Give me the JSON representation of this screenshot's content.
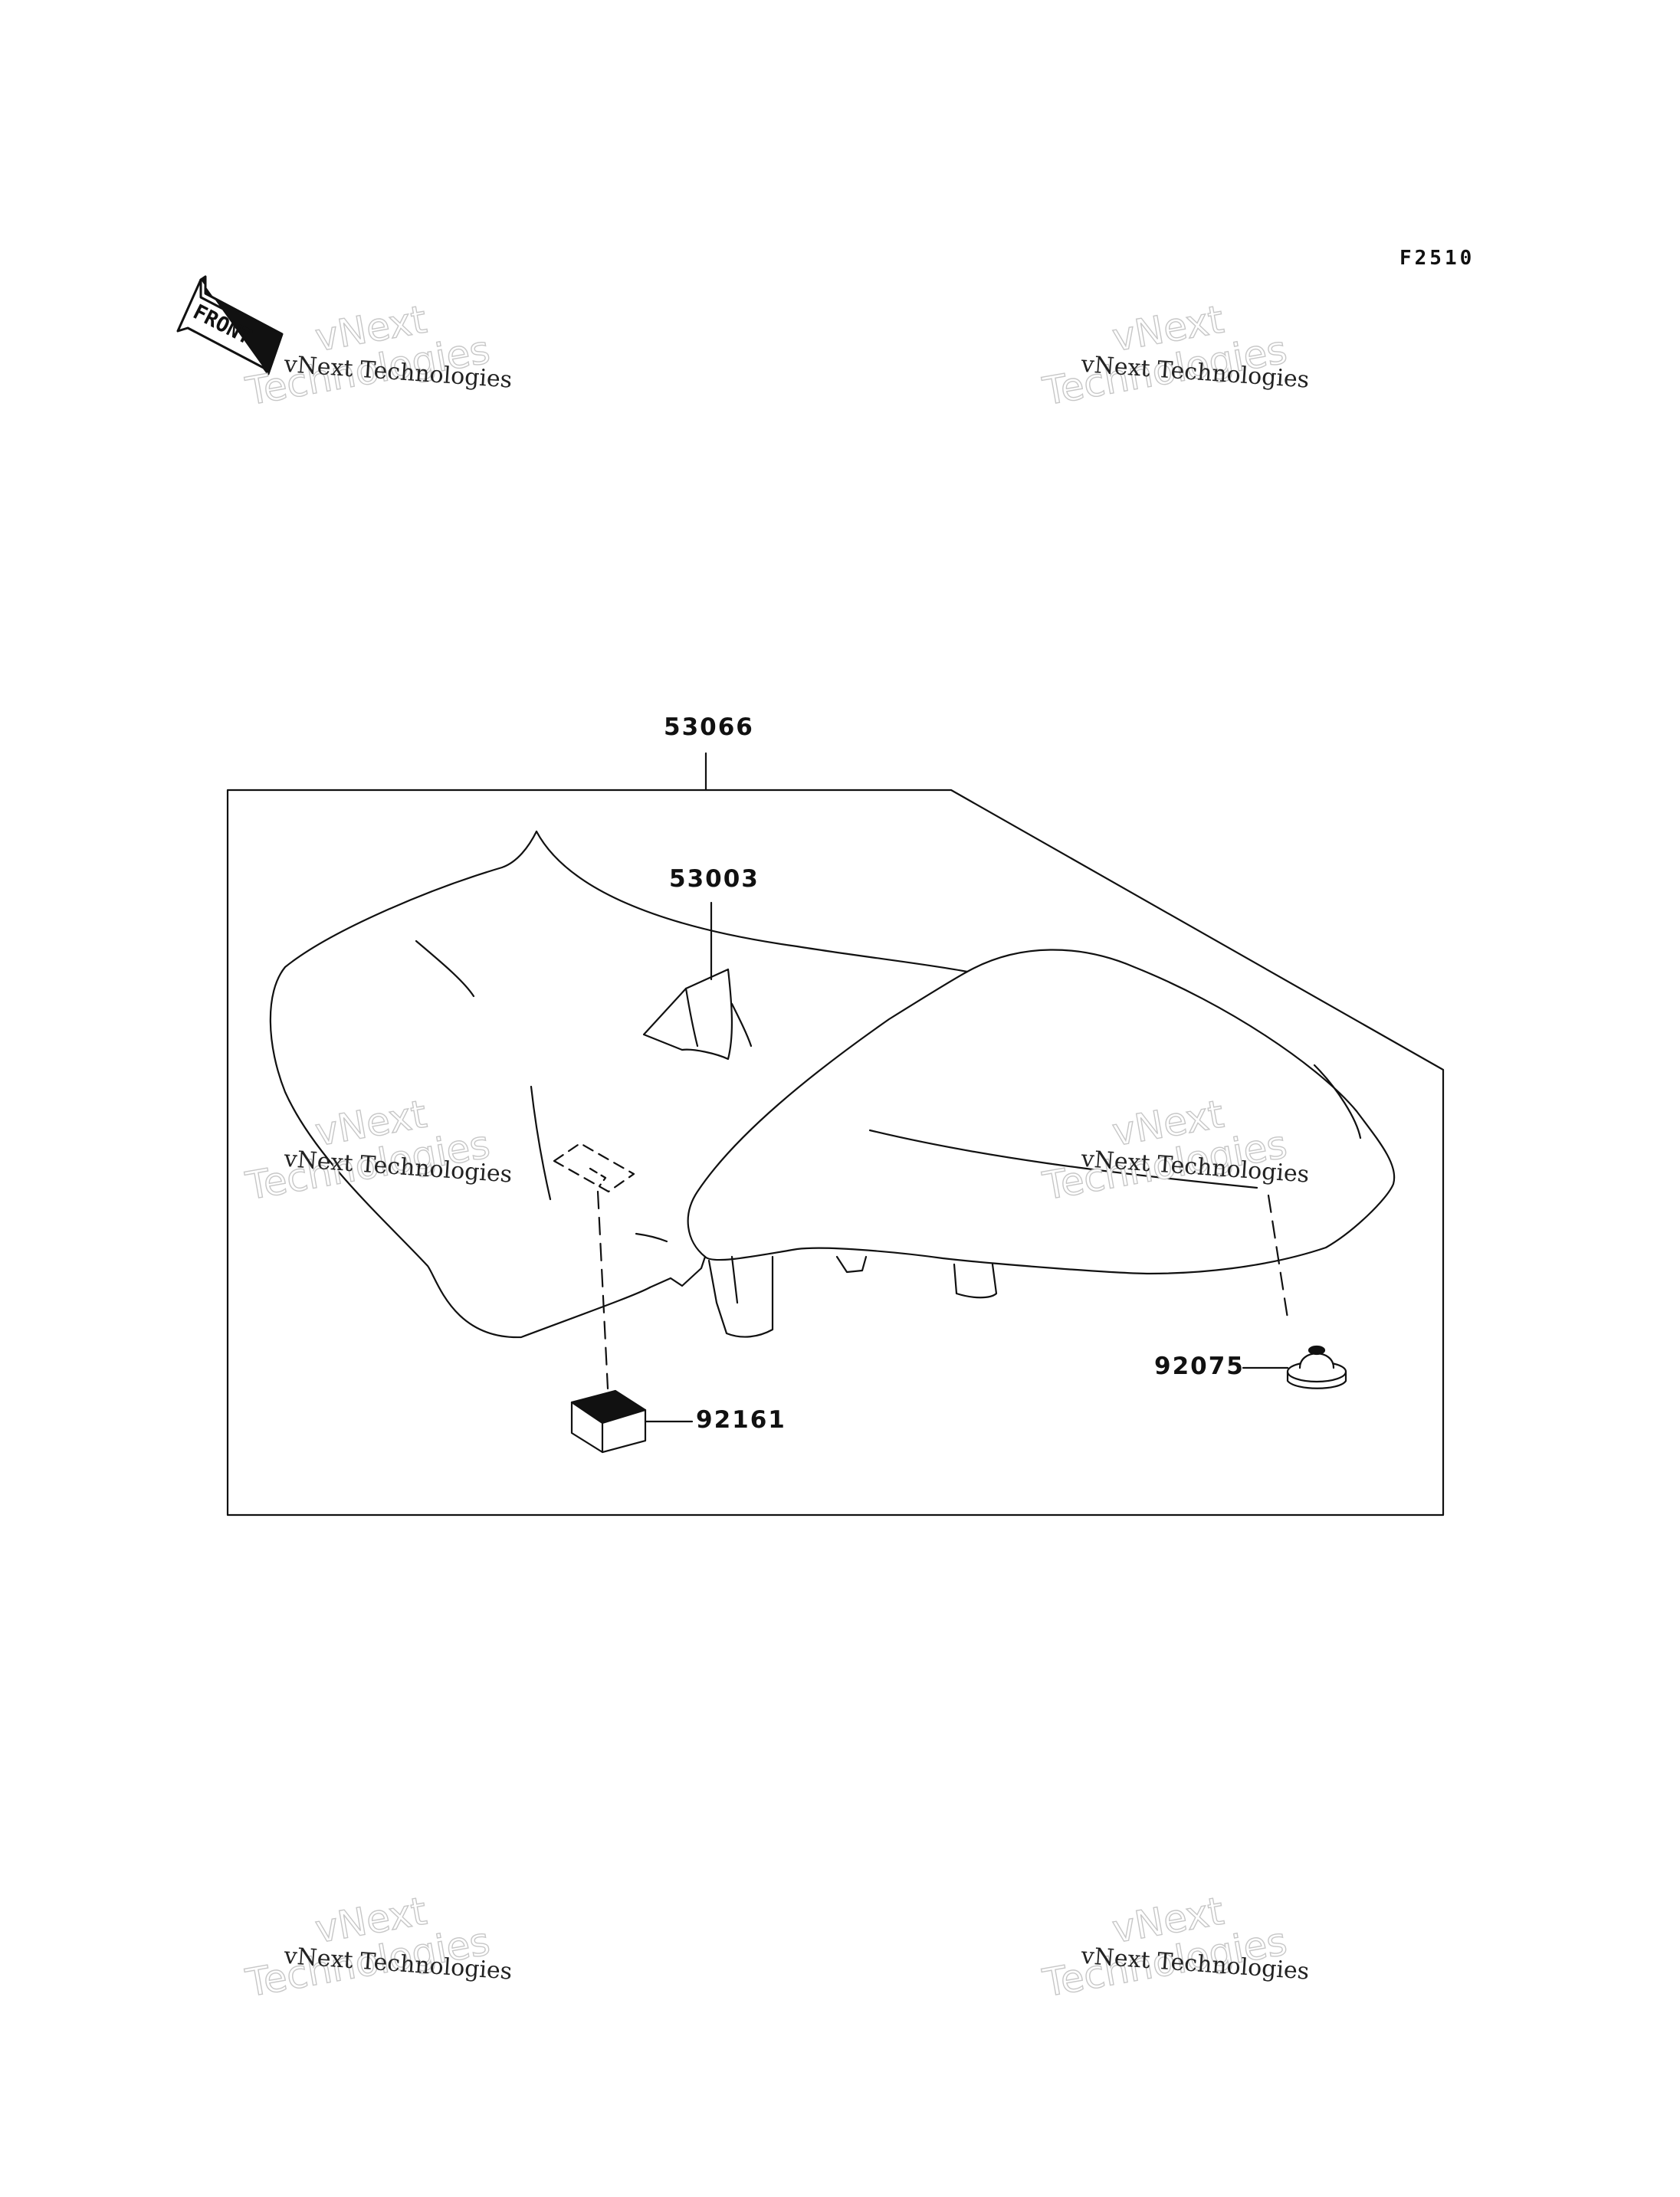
{
  "diagram": {
    "code": "F2510",
    "front_label": "FRONT",
    "parts": [
      {
        "id": "seat-assy",
        "number": "53066"
      },
      {
        "id": "seat-cover",
        "number": "53003"
      },
      {
        "id": "seat-grommet",
        "number": "92075"
      },
      {
        "id": "seat-damper",
        "number": "92161"
      }
    ]
  },
  "watermark": {
    "line_small": "vNext Technologies",
    "line_big_1": "vNext",
    "line_big_2": "Technologies"
  },
  "colors": {
    "line": "#111111",
    "watermark_outline": "#c7c7c7"
  }
}
